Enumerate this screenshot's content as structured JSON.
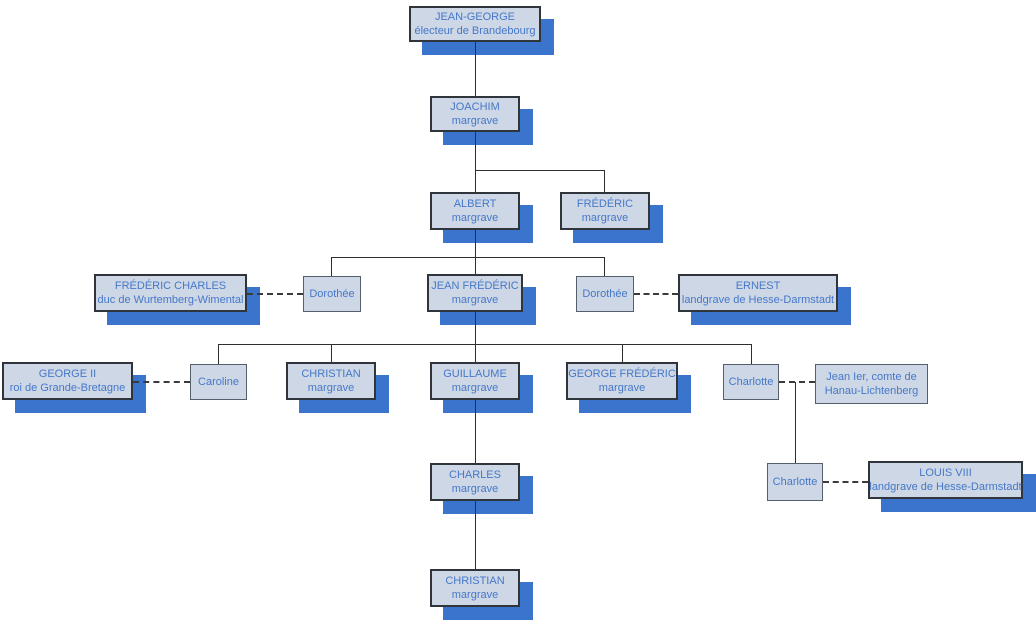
{
  "diagram": {
    "type": "family-tree",
    "nodes": {
      "jean_george": {
        "name": "JEAN-GEORGE",
        "subtitle": "électeur de Brandebourg"
      },
      "joachim": {
        "name": "JOACHIM",
        "subtitle": "margrave"
      },
      "albert": {
        "name": "ALBERT",
        "subtitle": "margrave"
      },
      "frederic": {
        "name": "FRÉDÉRIC",
        "subtitle": "margrave"
      },
      "frederic_charles": {
        "name": "FRÉDÉRIC CHARLES",
        "subtitle": "duc de Wurtemberg-Wimental"
      },
      "dorothee1": {
        "name": "Dorothée"
      },
      "jean_frederic": {
        "name": "JEAN FRÉDÉRIC",
        "subtitle": "margrave"
      },
      "dorothee2": {
        "name": "Dorothée"
      },
      "ernest": {
        "name": "ERNEST",
        "subtitle": "landgrave de Hesse-Darmstadt"
      },
      "george2": {
        "name": "GEORGE II",
        "subtitle": "roi de Grande-Bretagne"
      },
      "caroline": {
        "name": "Caroline"
      },
      "christian1": {
        "name": "CHRISTIAN",
        "subtitle": "margrave"
      },
      "guillaume": {
        "name": "GUILLAUME",
        "subtitle": "margrave"
      },
      "george_frederic": {
        "name": "GEORGE FRÉDÉRIC",
        "subtitle": "margrave"
      },
      "charlotte1": {
        "name": "Charlotte"
      },
      "jean_ier": {
        "name": "Jean Ier, comte de",
        "subtitle": "Hanau-Lichtenberg"
      },
      "charles": {
        "name": "CHARLES",
        "subtitle": "margrave"
      },
      "charlotte2": {
        "name": "Charlotte"
      },
      "louis8": {
        "name": "LOUIS VIII",
        "subtitle": "landgrave de Hesse-Darmstadt"
      },
      "christian2": {
        "name": "CHRISTIAN",
        "subtitle": "margrave"
      }
    },
    "relations": {
      "parent_child": [
        [
          "jean_george",
          "joachim"
        ],
        [
          "joachim",
          "albert"
        ],
        [
          "joachim",
          "frederic"
        ],
        [
          "albert",
          "dorothee1"
        ],
        [
          "albert",
          "jean_frederic"
        ],
        [
          "albert",
          "dorothee2"
        ],
        [
          "jean_frederic",
          "caroline"
        ],
        [
          "jean_frederic",
          "christian1"
        ],
        [
          "jean_frederic",
          "guillaume"
        ],
        [
          "jean_frederic",
          "george_frederic"
        ],
        [
          "jean_frederic",
          "charlotte1"
        ],
        [
          "guillaume",
          "charles"
        ],
        [
          "charles",
          "christian2"
        ],
        [
          "charlotte1",
          "charlotte2"
        ]
      ],
      "marriages": [
        [
          "frederic_charles",
          "dorothee1"
        ],
        [
          "dorothee2",
          "ernest"
        ],
        [
          "george2",
          "caroline"
        ],
        [
          "charlotte1",
          "jean_ier"
        ],
        [
          "charlotte2",
          "louis8"
        ]
      ]
    },
    "colors": {
      "box_fill": "#cdd7e6",
      "box_border": "#30353b",
      "plain_box_border": "#555f69",
      "shadow": "#3b74cd",
      "text": "#4678c8",
      "line": "#2e2e2e",
      "background": "#ffffff"
    }
  }
}
